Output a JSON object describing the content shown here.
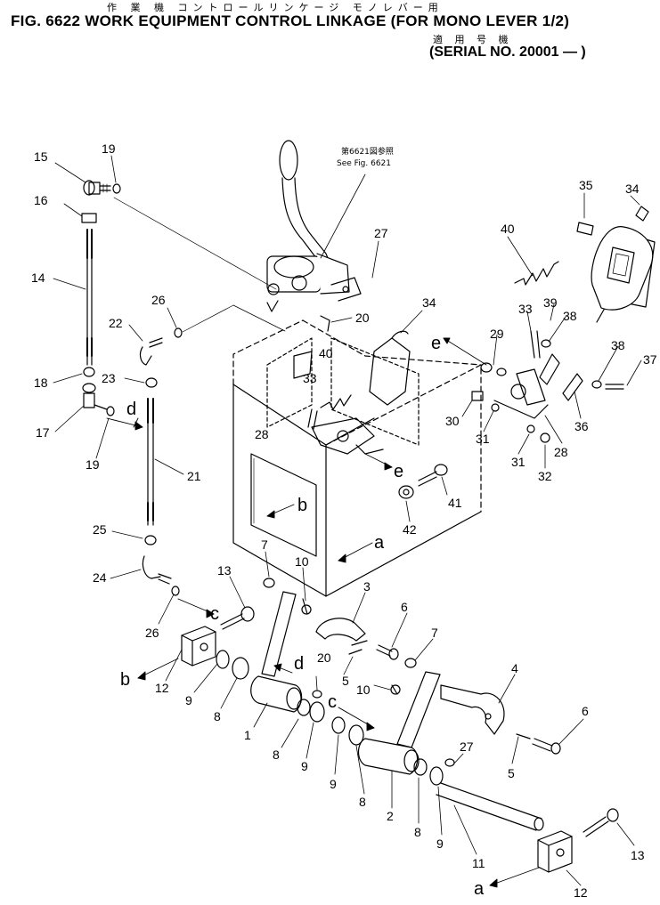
{
  "header": {
    "japanese_title": "作 業 機 コントロールリンケージ モノレバー用",
    "title": "FIG. 6622 WORK EQUIPMENT CONTROL LINKAGE (FOR MONO LEVER 1/2)",
    "japanese_applicable": "適 用 号 機",
    "serial": "(SERIAL NO. 20001 — )"
  },
  "reference_note": {
    "japanese": "第6621図参照",
    "english": "See Fig. 6621"
  },
  "callouts": {
    "c15": "15",
    "c19a": "19",
    "c16": "16",
    "c14": "14",
    "c22": "22",
    "c26a": "26",
    "c18": "18",
    "c23": "23",
    "c17": "17",
    "c19b": "19",
    "c21": "21",
    "c25": "25",
    "c24": "24",
    "c26b": "26",
    "c27a": "27",
    "c20a": "20",
    "c34a": "34",
    "c40a": "40",
    "c33a": "33",
    "c28a": "28",
    "c35": "35",
    "c34b": "34",
    "c40b": "40",
    "c39": "39",
    "c33b": "33",
    "c38a": "38",
    "c29": "29",
    "c38b": "38",
    "c37": "37",
    "c30": "30",
    "c31a": "31",
    "c36": "36",
    "c31b": "31",
    "c28b": "28",
    "c32": "32",
    "c41": "41",
    "c42": "42",
    "c7a": "7",
    "c10a": "10",
    "c13a": "13",
    "c3": "3",
    "c6a": "6",
    "c7b": "7",
    "c12a": "12",
    "c9a": "9",
    "c8a": "8",
    "c20b": "20",
    "c5a": "5",
    "c10b": "10",
    "c4": "4",
    "c1": "1",
    "c8b": "8",
    "c9b": "9",
    "c9c": "9",
    "c8c": "8",
    "c27b": "27",
    "c6b": "6",
    "c5b": "5",
    "c2": "2",
    "c8d": "8",
    "c9d": "9",
    "c11": "11",
    "c13b": "13",
    "c12b": "12"
  },
  "view_letters": {
    "e1": "e",
    "d1": "d",
    "e2": "e",
    "b1": "b",
    "a1": "a",
    "c1": "c",
    "d2": "d",
    "b2": "b",
    "c2": "c",
    "a2": "a"
  }
}
